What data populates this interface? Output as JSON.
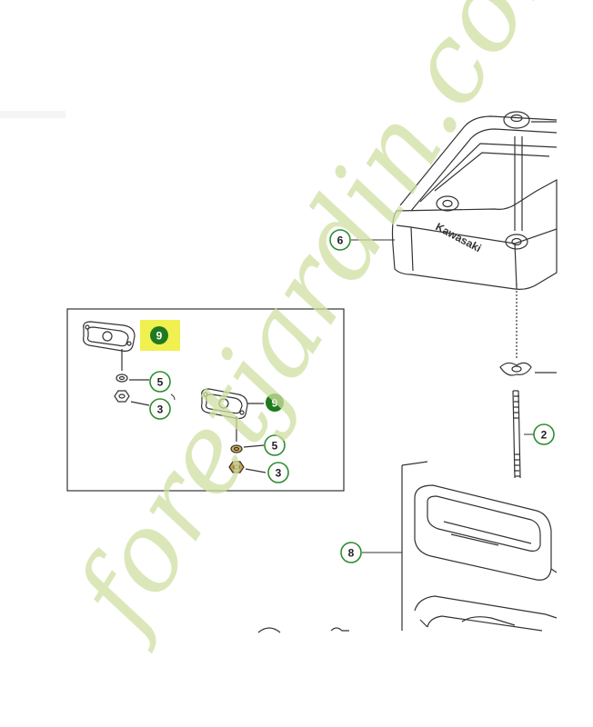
{
  "brand_label": "Kawasaki",
  "watermark": "foretjardin.com",
  "callouts": {
    "c6": "6",
    "c2": "2",
    "c8": "8",
    "inset_9a": "9",
    "inset_5a": "5",
    "inset_3a": "3",
    "inset_9b": "9",
    "inset_5b": "5",
    "inset_3b": "3"
  },
  "colors": {
    "callout_ring": "#2e8b2e",
    "highlight": "#f0f050",
    "highlight_circle": "#1f7a1f",
    "watermark": "#cfe0a2"
  }
}
